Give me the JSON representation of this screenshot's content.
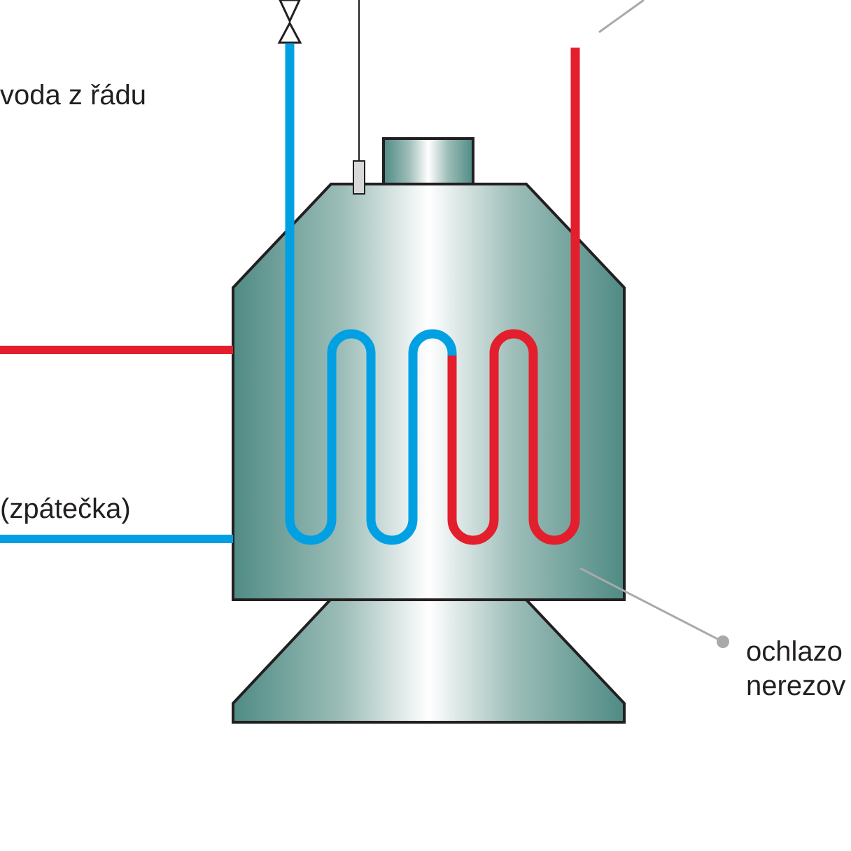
{
  "labels": {
    "cold_water_supply": "voda z řádu",
    "return_line": "(zpátečka)",
    "tank_note_line1": "ochlazo",
    "tank_note_line2": "nerezov"
  },
  "colors": {
    "hot": "#e31e2d",
    "cold": "#00a0e3",
    "steel_dark": "#4f8b84",
    "steel_light": "#ffffff",
    "outline": "#231f20",
    "leader": "#a7a9ac"
  }
}
